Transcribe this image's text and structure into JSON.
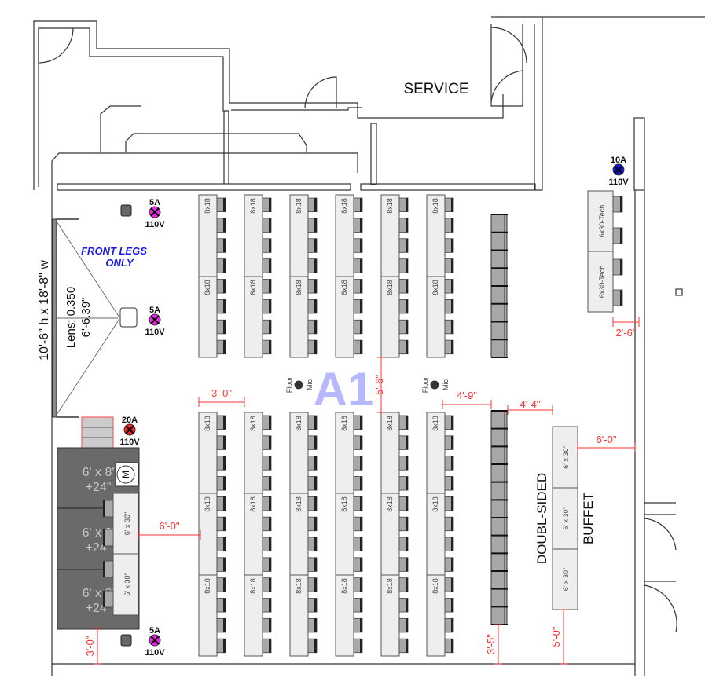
{
  "room": {
    "name": "A1",
    "service_label": "SERVICE"
  },
  "colors": {
    "dimension": "#ff3333",
    "outlet_5a": "#ee22ee",
    "outlet_20a": "#ff2222",
    "outlet_10a": "#1111ee",
    "room_label": "#8888ff",
    "stage": "#6a6a6a",
    "note": "#1a1aee"
  },
  "screen": {
    "size_label": "10'-6\" h   x   18'-8\" w",
    "lens_label": "Lens: 0.350",
    "throw_label": "6'-6.39\"",
    "note_line1": "FRONT LEGS",
    "note_line2": "ONLY"
  },
  "outlets": [
    {
      "amps": "5A",
      "volts": "110V"
    },
    {
      "amps": "5A",
      "volts": "110V"
    },
    {
      "amps": "20A",
      "volts": "110V"
    },
    {
      "amps": "5A",
      "volts": "110V"
    },
    {
      "amps": "10A",
      "volts": "110V"
    }
  ],
  "table_label": "8x18",
  "stage": {
    "deck_line1": "6' x 8'",
    "deck_line2": "+24\"",
    "table_label": "6' x 30\"",
    "motor_label": "M"
  },
  "tech_tables": {
    "label": "6x30-Tech"
  },
  "buffet": {
    "table_label": "6' x 30\"",
    "label_left": "DOUBL-SIDED",
    "label_right": "BUFFET"
  },
  "floor_mic": {
    "floor": "Floor",
    "mic": "Mic"
  },
  "dimensions": {
    "aisle_between_tables": "3'-0\"",
    "center_aisle": "5'-6\"",
    "to_chair_row": "4'-9\"",
    "to_buffet": "4'-4\"",
    "buffet_to_wall": "6'-0\"",
    "stage_to_tables": "6'-0\"",
    "stage_to_wall": "3'-0\"",
    "chair_row_to_wall": "3'-5\"",
    "buffet_to_bottom": "5'-0\"",
    "tech_to_wall": "2'-6\""
  }
}
